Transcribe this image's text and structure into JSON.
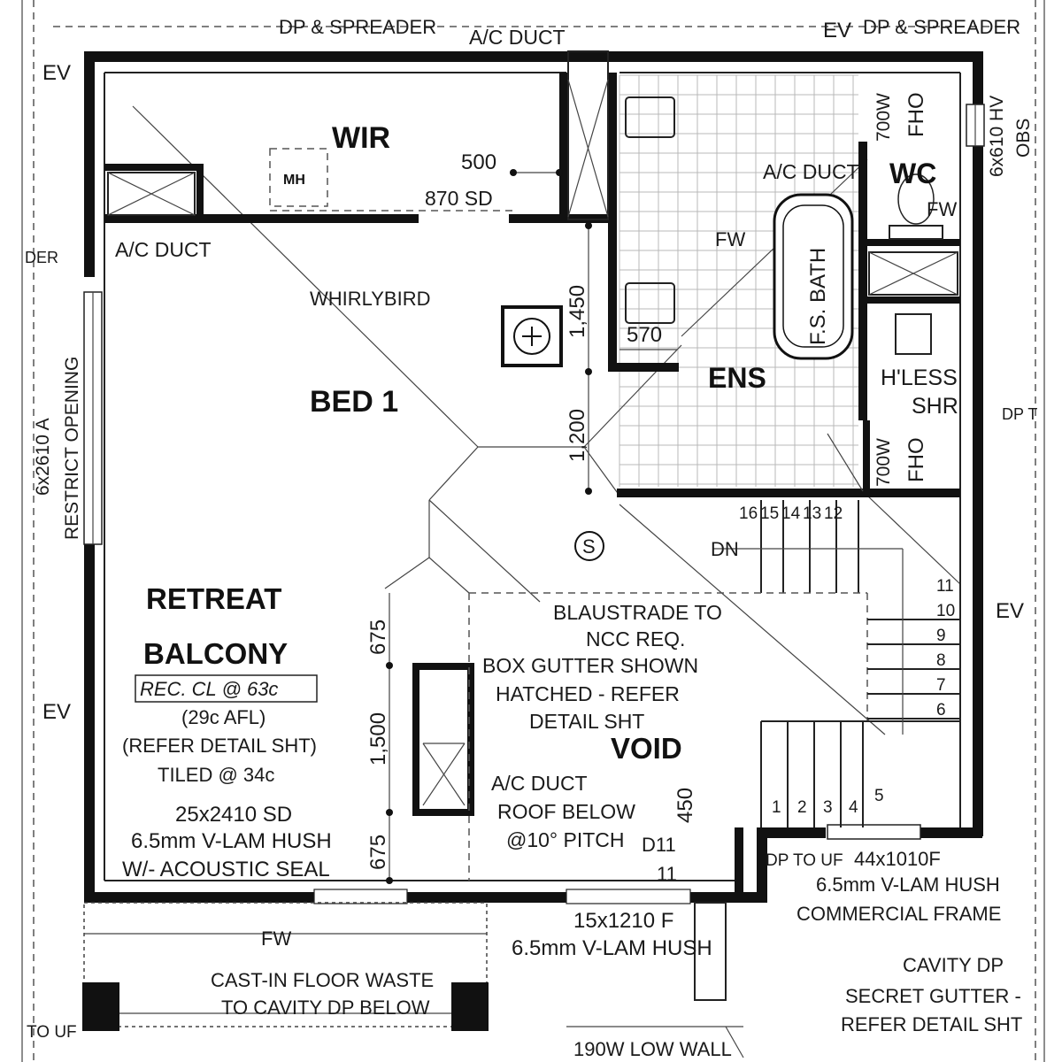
{
  "rooms": {
    "wir": "WIR",
    "bed1": "BED 1",
    "ens": "ENS",
    "wc": "WC",
    "retreat": "RETREAT",
    "balcony": "BALCONY",
    "void": "VOID",
    "mh": "MH",
    "stair_symbol": "S"
  },
  "labels": {
    "dp_spreader_left": "DP & SPREADER",
    "dp_spreader_right": "DP & SPREADER",
    "ev_top_right": "EV",
    "ac_duct_top": "A/C DUCT",
    "ac_duct_left": "A/C DUCT",
    "ac_duct_ens": "A/C DUCT",
    "whirlybird": "WHIRLYBIRD",
    "sd_870": "870 SD",
    "fw_ens": "FW",
    "fw_wc": "FW",
    "fw_balcony": "FW",
    "fs_bath": "F.S. BATH",
    "hless_shr_1": "H'LESS",
    "hless_shr_2": "SHR",
    "fho_top": "FHO",
    "w700_top": "700W",
    "fho_bottom": "FHO",
    "w700_bottom": "700W",
    "dp_t": "DP T",
    "window_right_1": "6x610 HV",
    "window_right_2": "OBS",
    "der": "DER",
    "window_left_1": "6x2610 A",
    "window_left_2": "RESTRICT OPENING",
    "ev_left_top": "EV",
    "ev_left_bottom": "EV",
    "ev_right": "EV",
    "dn": "DN",
    "balustrade_1": "BLAUSTRADE TO",
    "balustrade_2": "NCC REQ.",
    "box_gutter_1": "BOX GUTTER SHOWN",
    "box_gutter_2": "HATCHED - REFER",
    "box_gutter_3": "DETAIL SHT",
    "rec_cl": "REC. CL @  63c",
    "afl": "(29c AFL)",
    "refer_detail": "(REFER DETAIL SHT)",
    "tiled": "TILED @ 34c",
    "sd_25x2410": "25x2410 SD",
    "vlam_1": "6.5mm V-LAM HUSH",
    "acoustic": "W/- ACOUSTIC SEAL",
    "ac_duct_void": "A/C DUCT",
    "roof_below": "ROOF BELOW",
    "pitch": "@10° PITCH",
    "d11": "D11",
    "d11_num": "11",
    "dp_to_uf": "DP TO UF",
    "door_44x1010": "44x1010F",
    "vlam_2": "6.5mm V-LAM HUSH",
    "commercial_frame": "COMMERCIAL FRAME",
    "door_15x1210": "15x1210 F",
    "vlam_3": "6.5mm V-LAM HUSH",
    "cast_in_1": "CAST-IN FLOOR WASTE",
    "cast_in_2": "TO CAVITY DP BELOW",
    "to_uf": "TO UF",
    "cavity_dp": "CAVITY DP",
    "secret_gutter": "SECRET GUTTER -",
    "refer_detail_sht": "REFER DETAIL SHT",
    "low_wall": "190W LOW WALL"
  },
  "dimensions": {
    "d500": "500",
    "d1450": "1,450",
    "d570": "570",
    "d1200": "1,200",
    "d675_top": "675",
    "d1500": "1,500",
    "d675_bottom": "675",
    "d450": "450"
  },
  "stair_numbers": {
    "top_row": [
      "16",
      "15",
      "14",
      "13",
      "12"
    ],
    "right_col": [
      "11",
      "10",
      "9",
      "8",
      "7",
      "6"
    ],
    "bottom_row": [
      "1",
      "2",
      "3",
      "4",
      "5"
    ]
  }
}
